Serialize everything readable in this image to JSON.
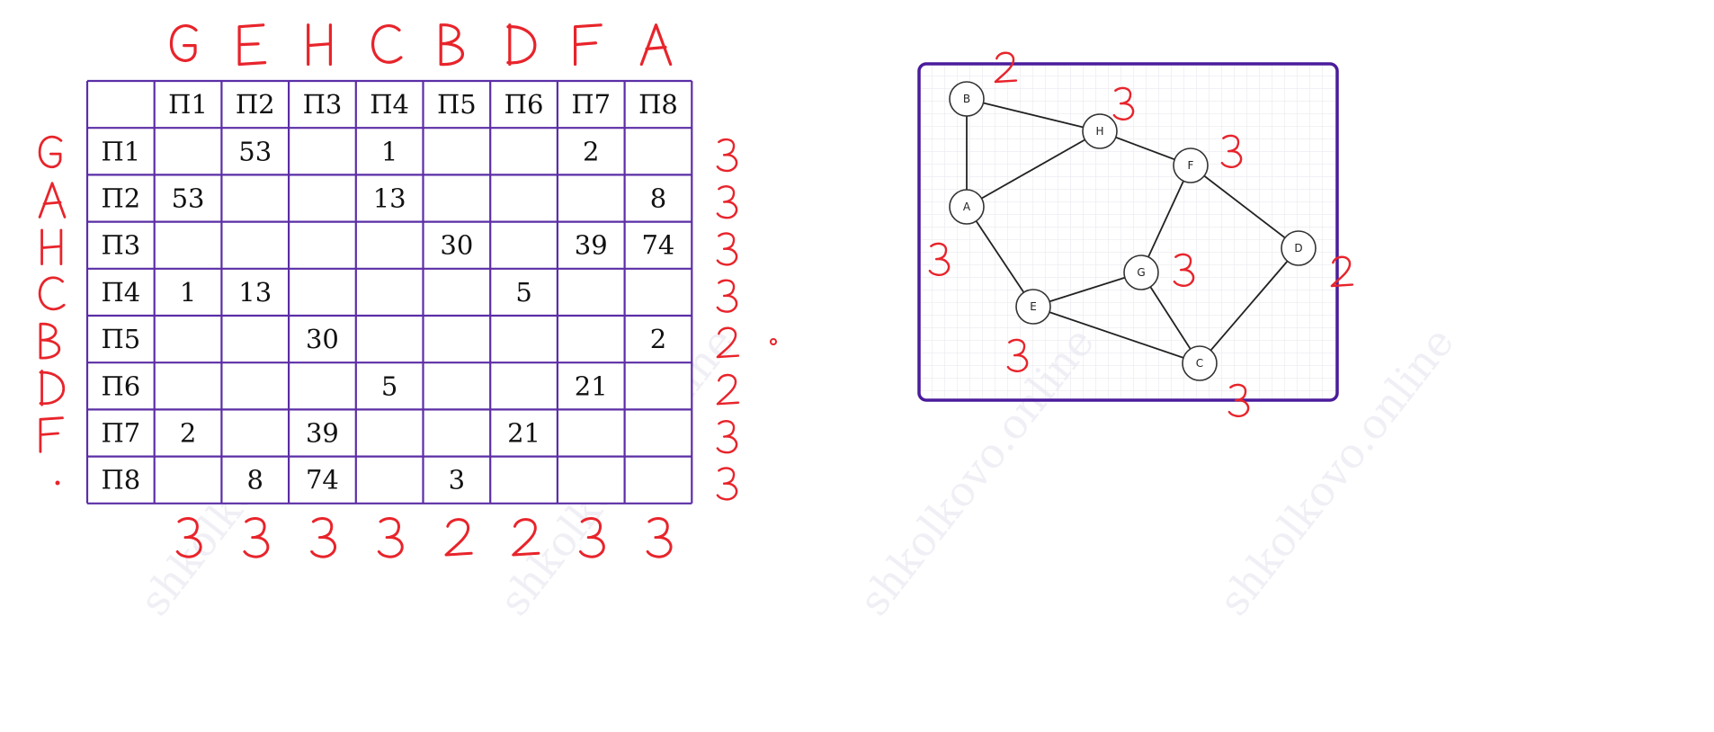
{
  "table": {
    "col_headers": [
      "П1",
      "П2",
      "П3",
      "П4",
      "П5",
      "П6",
      "П7",
      "П8"
    ],
    "rows": [
      {
        "label": "П1",
        "cells": [
          "",
          "53",
          "",
          "1",
          "",
          "",
          "2",
          ""
        ]
      },
      {
        "label": "П2",
        "cells": [
          "53",
          "",
          "",
          "13",
          "",
          "",
          "",
          "8"
        ]
      },
      {
        "label": "П3",
        "cells": [
          "",
          "",
          "",
          "",
          "30",
          "",
          "39",
          "74"
        ]
      },
      {
        "label": "П4",
        "cells": [
          "1",
          "13",
          "",
          "",
          "",
          "5",
          "",
          ""
        ]
      },
      {
        "label": "П5",
        "cells": [
          "",
          "",
          "30",
          "",
          "",
          "",
          "",
          "2"
        ]
      },
      {
        "label": "П6",
        "cells": [
          "",
          "",
          "",
          "5",
          "",
          "",
          "21",
          ""
        ]
      },
      {
        "label": "П7",
        "cells": [
          "2",
          "",
          "39",
          "",
          "",
          "21",
          "",
          ""
        ]
      },
      {
        "label": "П8",
        "cells": [
          "",
          "8",
          "74",
          "",
          "3",
          "",
          "",
          ""
        ]
      }
    ]
  },
  "graph": {
    "nodes": [
      "B",
      "H",
      "F",
      "A",
      "D",
      "G",
      "E",
      "C"
    ],
    "edges": [
      [
        "B",
        "H"
      ],
      [
        "B",
        "A"
      ],
      [
        "H",
        "A"
      ],
      [
        "H",
        "F"
      ],
      [
        "F",
        "G"
      ],
      [
        "F",
        "D"
      ],
      [
        "A",
        "E"
      ],
      [
        "E",
        "G"
      ],
      [
        "E",
        "C"
      ],
      [
        "G",
        "C"
      ],
      [
        "D",
        "C"
      ]
    ]
  },
  "annotations": {
    "column_letters": [
      "G",
      "E",
      "H",
      "C",
      "B",
      "D",
      "F",
      "A"
    ],
    "row_letters": [
      "G",
      "A",
      "H",
      "C",
      "B",
      "D",
      "F",
      ""
    ],
    "row_degrees": [
      "3",
      "3",
      "3",
      "3",
      "2",
      "2",
      "3",
      "3"
    ],
    "column_degrees": [
      "3",
      "3",
      "3",
      "3",
      "2",
      "2",
      "3",
      "3"
    ],
    "node_degrees": {
      "B": "2",
      "H": "3",
      "F": "3",
      "A": "3",
      "G": "3",
      "D": "2",
      "E": "3",
      "C": "3"
    }
  },
  "colors": {
    "grid": "#5b2ea6",
    "frame": "#4a1c9c",
    "ink": "#e8242b"
  }
}
